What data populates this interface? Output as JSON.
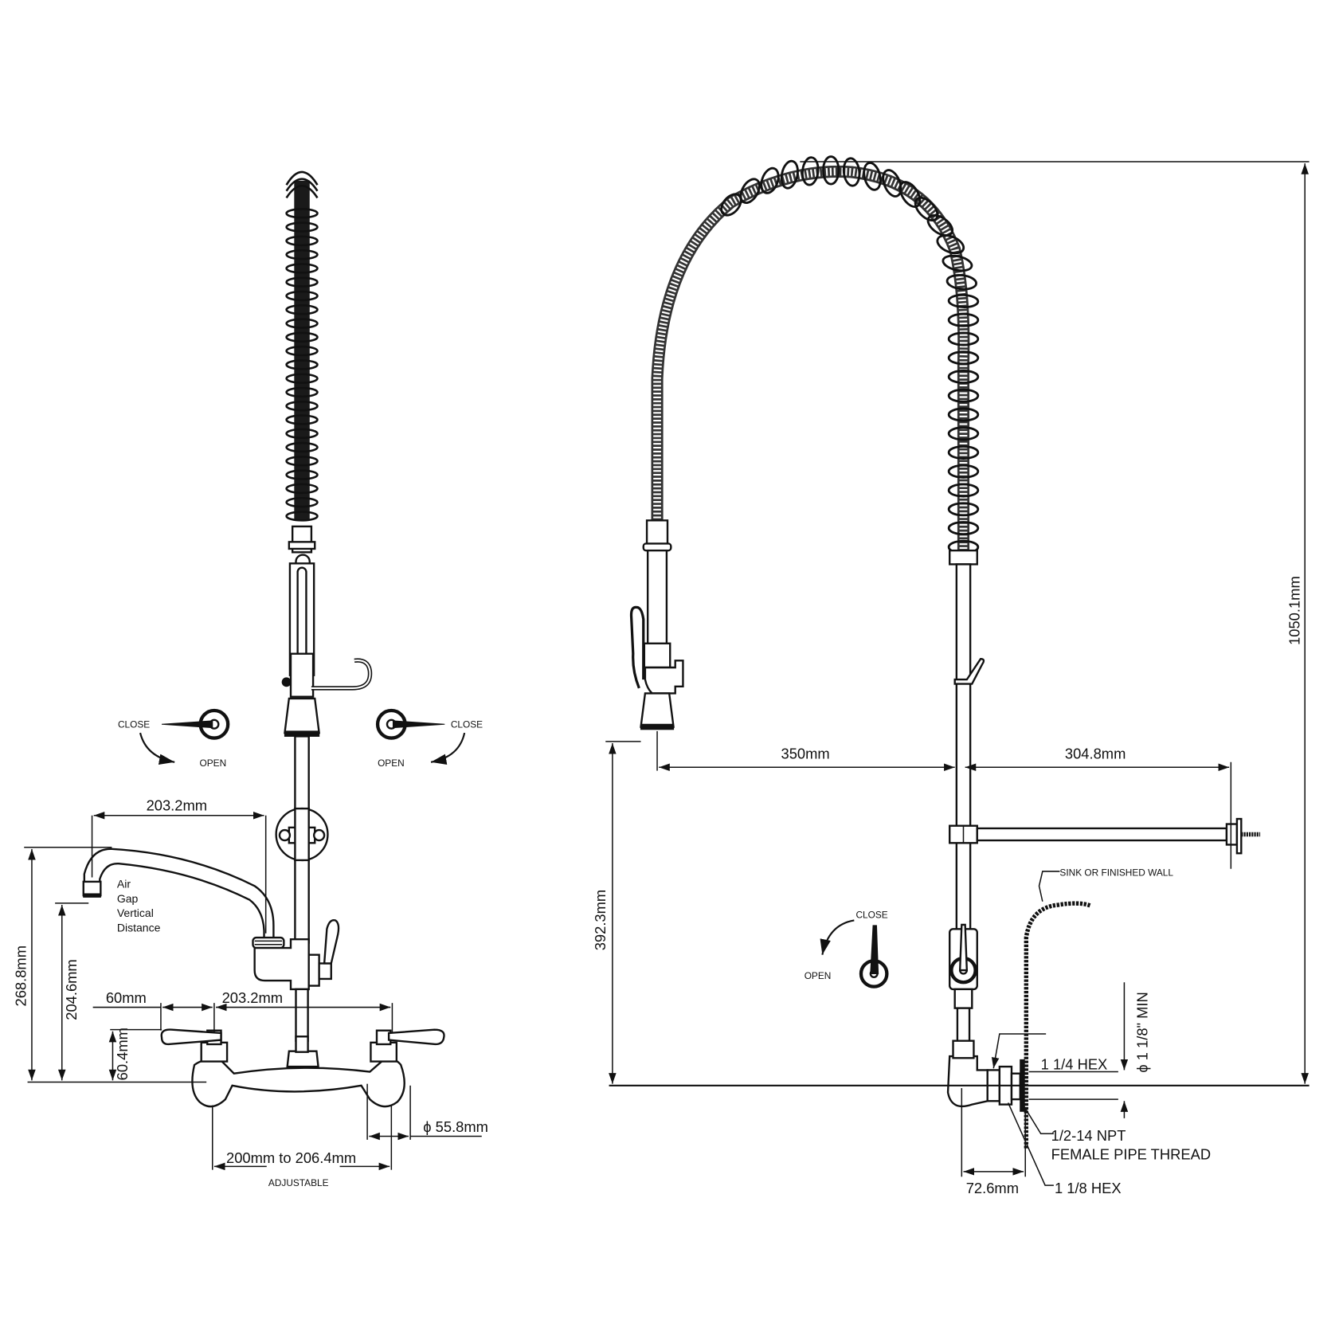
{
  "drawing": {
    "type": "technical-dimension-drawing",
    "subject": "wall-mount pre-rinse faucet with add-on spout",
    "line_color": "#111111",
    "background": "#ffffff"
  },
  "front_view": {
    "handle_left": {
      "close_label": "CLOSE",
      "open_label": "OPEN"
    },
    "handle_right": {
      "close_label": "CLOSE",
      "open_label": "OPEN"
    },
    "spout_reach": "203.2mm",
    "air_gap_label": [
      "Air",
      "Gap",
      "Vertical",
      "Distance"
    ],
    "spout_height_total": "268.8mm",
    "air_gap_vertical_distance": "204.6mm",
    "handle_offset": "60mm",
    "handle_centers": "203.2mm",
    "handle_height": "60.4mm",
    "flange_diameter": "ϕ 55.8mm",
    "inlet_centers": "200mm to 206.4mm",
    "inlet_centers_note": "ADJUSTABLE"
  },
  "side_view": {
    "overall_height": "1050.1mm",
    "spray_reach": "350mm",
    "wall_bracket_projection": "304.8mm",
    "spray_head_height": "392.3mm",
    "wall_label": "SINK OR FINISHED WALL",
    "valve_close_label": "CLOSE",
    "valve_open_label": "OPEN",
    "hole_diameter": "ϕ 1 1/8\" MIN",
    "hex_upper": "1 1/4 HEX",
    "thread_line1": "1/2-14 NPT",
    "thread_line2": "FEMALE PIPE THREAD",
    "hex_lower": "1 1/8 HEX",
    "wall_offset": "72.6mm"
  }
}
